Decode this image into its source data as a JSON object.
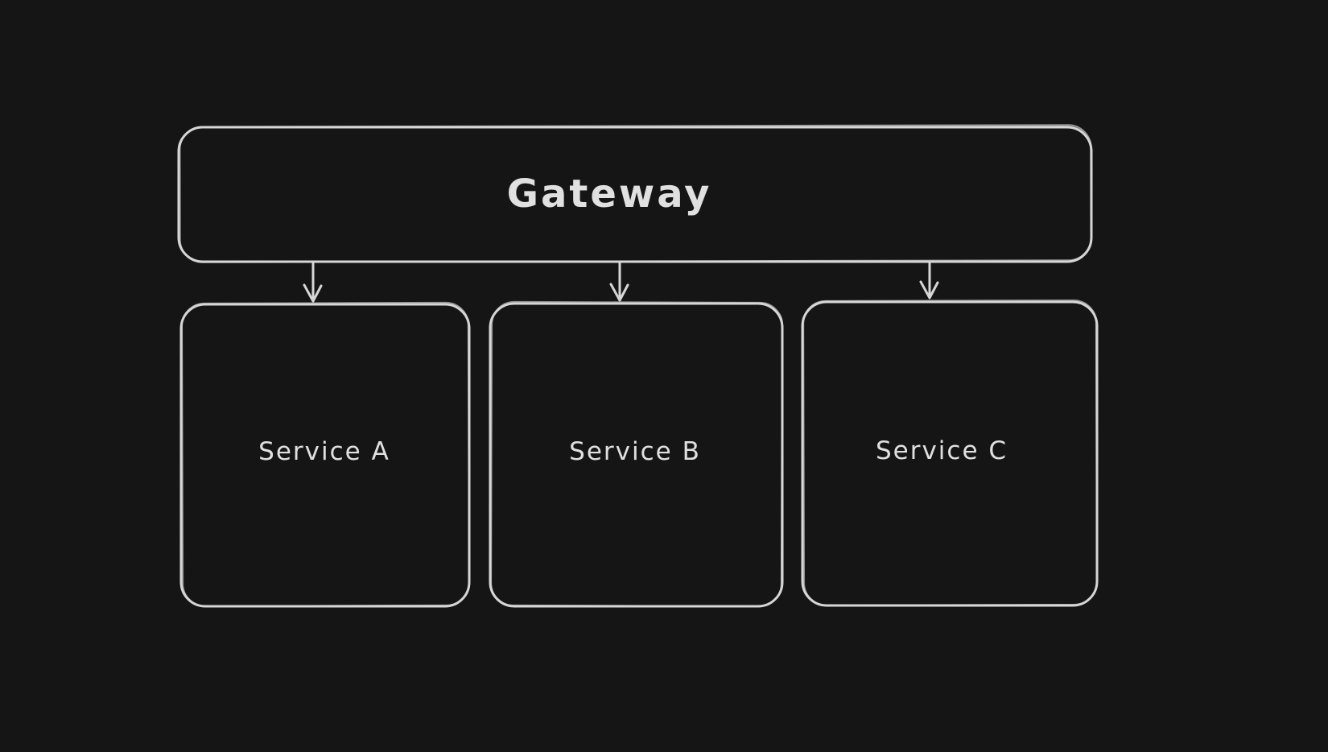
{
  "diagram": {
    "type": "flowchart",
    "style": "hand-drawn-whiteboard",
    "colors": {
      "background": "#151515",
      "stroke": "#d6d6d6",
      "text": "#e0e0e0"
    },
    "nodes": {
      "gateway": {
        "label": "Gateway"
      },
      "service_a": {
        "label": "Service A"
      },
      "service_b": {
        "label": "Service B"
      },
      "service_c": {
        "label": "Service C"
      }
    },
    "edges": [
      {
        "from": "Gateway",
        "to": "Service A",
        "arrow": "down"
      },
      {
        "from": "Gateway",
        "to": "Service B",
        "arrow": "down"
      },
      {
        "from": "Gateway",
        "to": "Service C",
        "arrow": "down"
      }
    ]
  }
}
